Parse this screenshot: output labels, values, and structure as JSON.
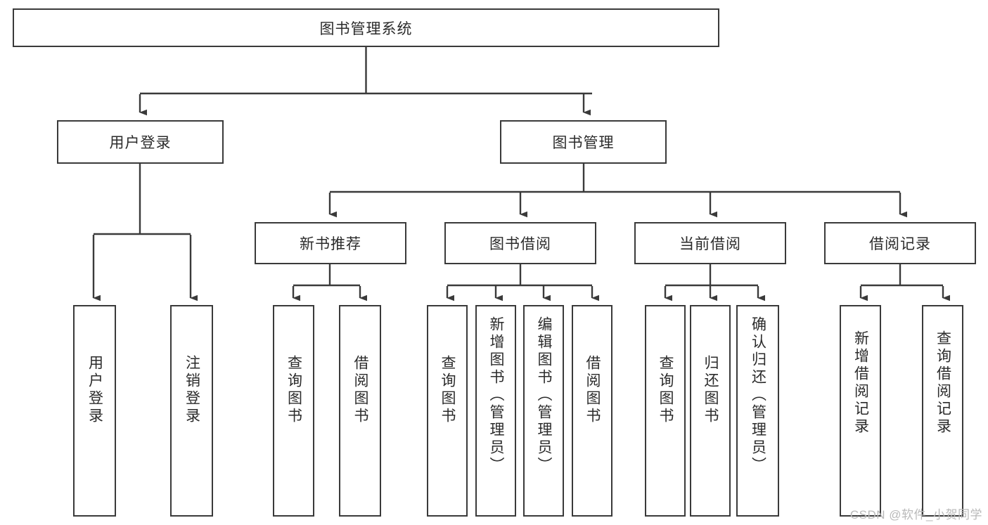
{
  "diagram": {
    "type": "tree",
    "title_node": "图书管理系统",
    "watermark": "CSDN @软件_小贺同学",
    "colors": {
      "border": "#3a3a3a",
      "text": "#2b2b2b",
      "background": "#ffffff",
      "watermark": "#b9b9b9"
    },
    "levels": {
      "level1": [
        {
          "id": "root",
          "label": "图书管理系统",
          "orientation": "horizontal"
        }
      ],
      "level2": [
        {
          "id": "login",
          "label": "用户登录",
          "orientation": "horizontal",
          "parent": "root"
        },
        {
          "id": "bookmgmt",
          "label": "图书管理",
          "orientation": "horizontal",
          "parent": "root"
        }
      ],
      "level3": [
        {
          "id": "newbook",
          "label": "新书推荐",
          "orientation": "horizontal",
          "parent": "bookmgmt"
        },
        {
          "id": "borrow",
          "label": "图书借阅",
          "orientation": "horizontal",
          "parent": "bookmgmt"
        },
        {
          "id": "current",
          "label": "当前借阅",
          "orientation": "horizontal",
          "parent": "bookmgmt"
        },
        {
          "id": "records",
          "label": "借阅记录",
          "orientation": "horizontal",
          "parent": "bookmgmt"
        }
      ],
      "leaves": [
        {
          "id": "leaf-1",
          "label": "用户登录",
          "orientation": "vertical",
          "parent": "login"
        },
        {
          "id": "leaf-2",
          "label": "注销登录",
          "orientation": "vertical",
          "parent": "login"
        },
        {
          "id": "leaf-3",
          "label": "查询图书",
          "orientation": "vertical",
          "parent": "newbook"
        },
        {
          "id": "leaf-4",
          "label": "借阅图书",
          "orientation": "vertical",
          "parent": "newbook"
        },
        {
          "id": "leaf-5",
          "label": "查询图书",
          "orientation": "vertical",
          "parent": "borrow"
        },
        {
          "id": "leaf-6",
          "label": "新增图书（管理员）",
          "orientation": "vertical",
          "parent": "borrow"
        },
        {
          "id": "leaf-7",
          "label": "编辑图书（管理员）",
          "orientation": "vertical",
          "parent": "borrow"
        },
        {
          "id": "leaf-8",
          "label": "借阅图书",
          "orientation": "vertical",
          "parent": "borrow"
        },
        {
          "id": "leaf-9",
          "label": "查询图书",
          "orientation": "vertical",
          "parent": "current"
        },
        {
          "id": "leaf-10",
          "label": "归还图书",
          "orientation": "vertical",
          "parent": "current"
        },
        {
          "id": "leaf-11",
          "label": "确认归还（管理员）",
          "orientation": "vertical",
          "parent": "current"
        },
        {
          "id": "leaf-12",
          "label": "新增借阅记录",
          "orientation": "vertical",
          "parent": "records"
        },
        {
          "id": "leaf-13",
          "label": "查询借阅记录",
          "orientation": "vertical",
          "parent": "records"
        }
      ]
    }
  }
}
